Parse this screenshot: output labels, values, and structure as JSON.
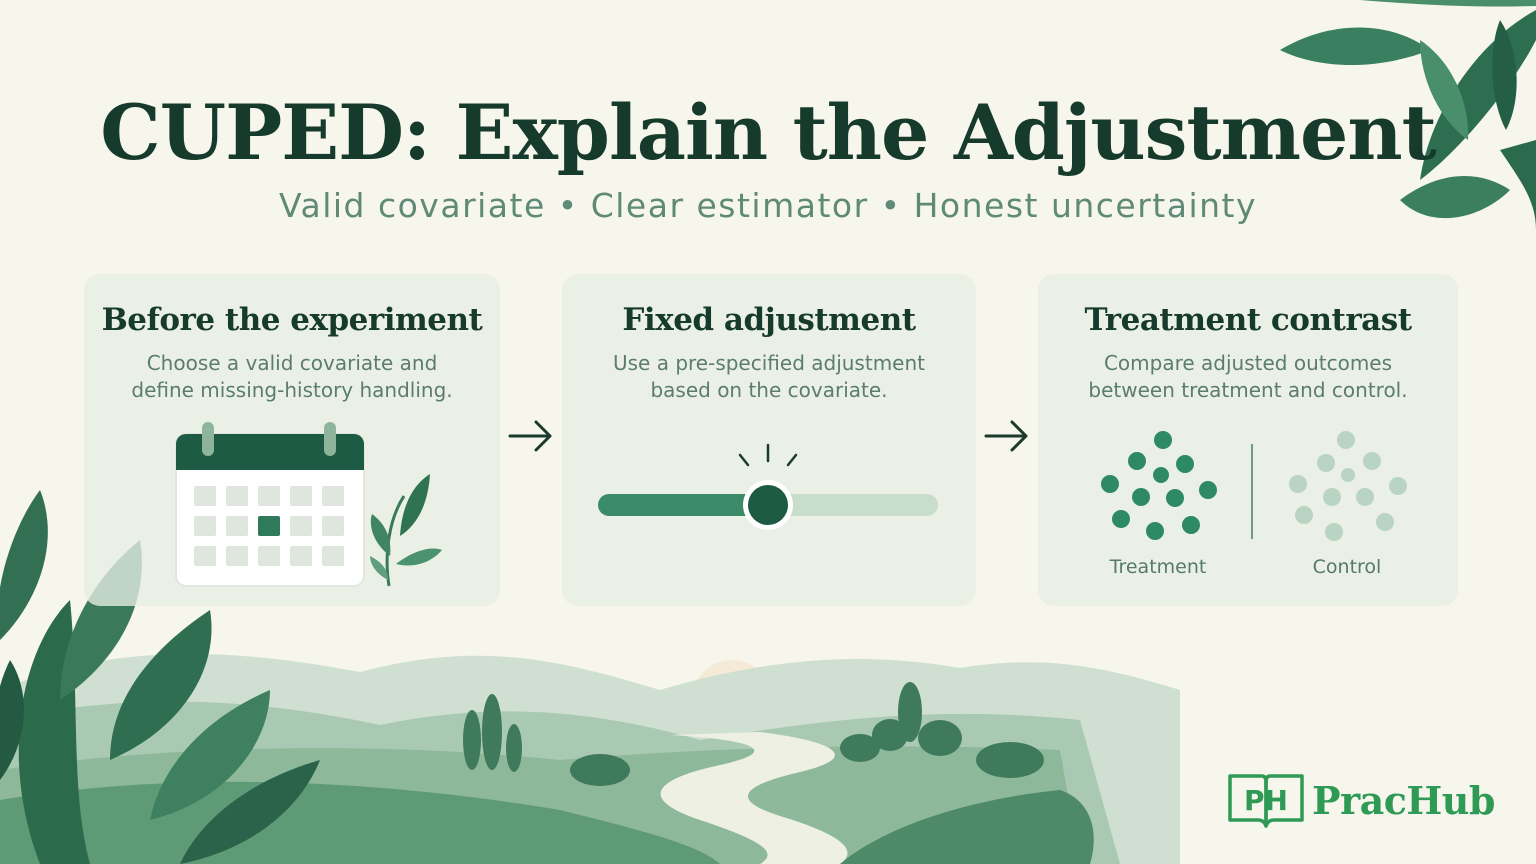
{
  "title": "CUPED: Explain the Adjustment",
  "subtitle": "Valid covariate • Clear estimator • Honest uncertainty",
  "steps": [
    {
      "title": "Before the experiment",
      "description_line1": "Choose a valid covariate and",
      "description_line2": "define missing-history handling.",
      "icon": "calendar-icon"
    },
    {
      "title": "Fixed adjustment",
      "description_line1": "Use a pre-specified adjustment",
      "description_line2": "based on the covariate.",
      "icon": "slider-icon",
      "slider_level": 0.5
    },
    {
      "title": "Treatment contrast",
      "description_line1": "Compare adjusted outcomes",
      "description_line2": "between treatment and control.",
      "icon": "dot-cluster-icon",
      "group_a": "Treatment",
      "group_b": "Control"
    }
  ],
  "brand": {
    "logo_icon": "open-book-logo-icon",
    "logo_letters": "PH",
    "name": "PracHub"
  },
  "colors": {
    "background": "#f7f6ec",
    "dark_green": "#1d5c45",
    "mid_green": "#3b8a68",
    "light_green": "#c6dccb",
    "brand_green": "#2f9a55"
  }
}
